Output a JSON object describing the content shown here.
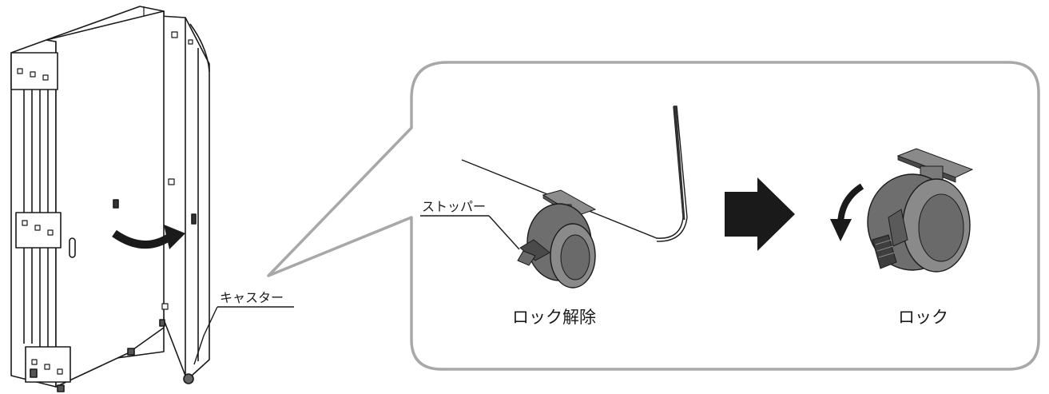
{
  "labels": {
    "caster": "キャスター",
    "stopper": "ストッパー",
    "unlock": "ロック解除",
    "lock": "ロック"
  },
  "icons": {
    "rotate": "curved-arrow-icon",
    "next": "right-arrow-icon"
  },
  "colors": {
    "line": "#1a1a1a",
    "callout_border": "#999999",
    "wheel_dark": "#5c5c5c",
    "wheel_mid": "#7a7a7a",
    "wheel_light": "#9a9a9a",
    "bracket": "#8a8a8a"
  }
}
